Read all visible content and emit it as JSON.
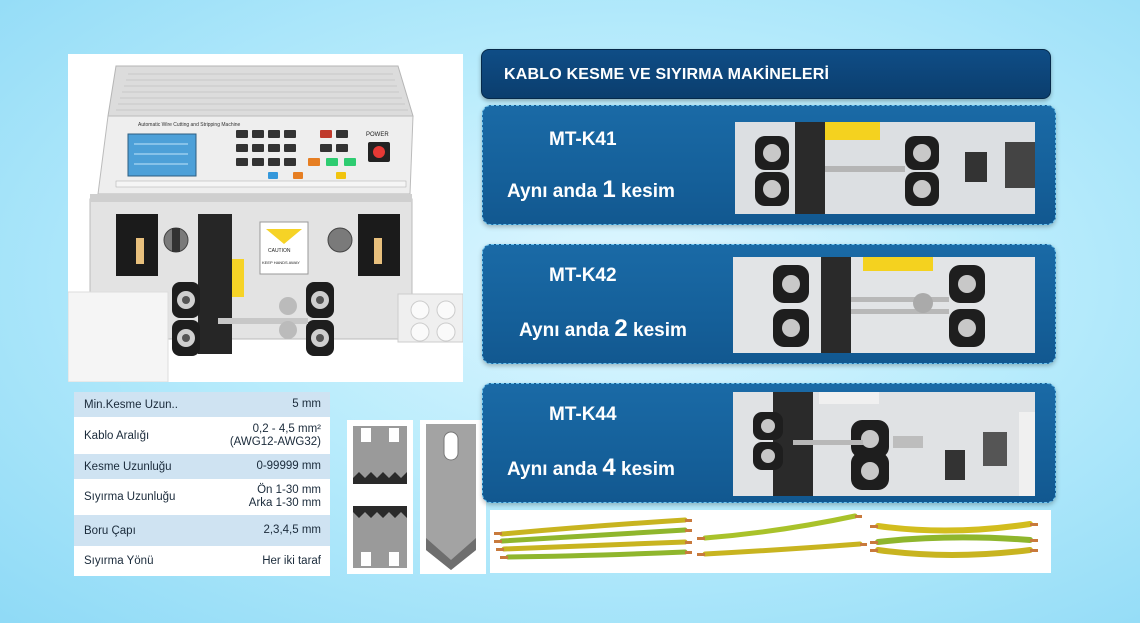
{
  "header": {
    "title": "KABLO KESME VE SIYIRMA MAKİNELERİ"
  },
  "machine_panel": {
    "label": "Automatic Wire Cutting and Stripping Machine",
    "power_label": "POWER",
    "caution_label": "CAUTION",
    "keep_hands_label": "KEEP HANDS AWAY"
  },
  "models": [
    {
      "name": "MT-K41",
      "cuts_prefix": "Aynı anda ",
      "cuts_count": "1",
      "cuts_suffix": " kesim"
    },
    {
      "name": "MT-K42",
      "cuts_prefix": "Aynı anda ",
      "cuts_count": "2",
      "cuts_suffix": " kesim"
    },
    {
      "name": "MT-K44",
      "cuts_prefix": "Aynı anda ",
      "cuts_count": "4",
      "cuts_suffix": " kesim"
    }
  ],
  "specs": [
    {
      "label": "Min.Kesme Uzun..",
      "value_lines": [
        "5 mm"
      ]
    },
    {
      "label": "Kablo Aralığı",
      "value_lines": [
        "0,2 - 4,5 mm²",
        "(AWG12-AWG32)"
      ]
    },
    {
      "label": "Kesme Uzunluğu",
      "value_lines": [
        "0-99999 mm"
      ]
    },
    {
      "label": "Sıyırma Uzunluğu",
      "value_lines": [
        "Ön 1-30 mm",
        "Arka  1-30 mm"
      ]
    },
    {
      "label": "Boru Çapı",
      "value_lines": [
        "2,3,4,5 mm"
      ]
    },
    {
      "label": "Sıyırma Yönü",
      "value_lines": [
        "Her iki taraf"
      ]
    }
  ],
  "colors": {
    "header_bg": "#0f4d86",
    "card_bg": "#15609a",
    "card_border": "#6cc3ee",
    "table_stripe": "#cfe3f2",
    "page_bg": "#b9ecfc"
  }
}
